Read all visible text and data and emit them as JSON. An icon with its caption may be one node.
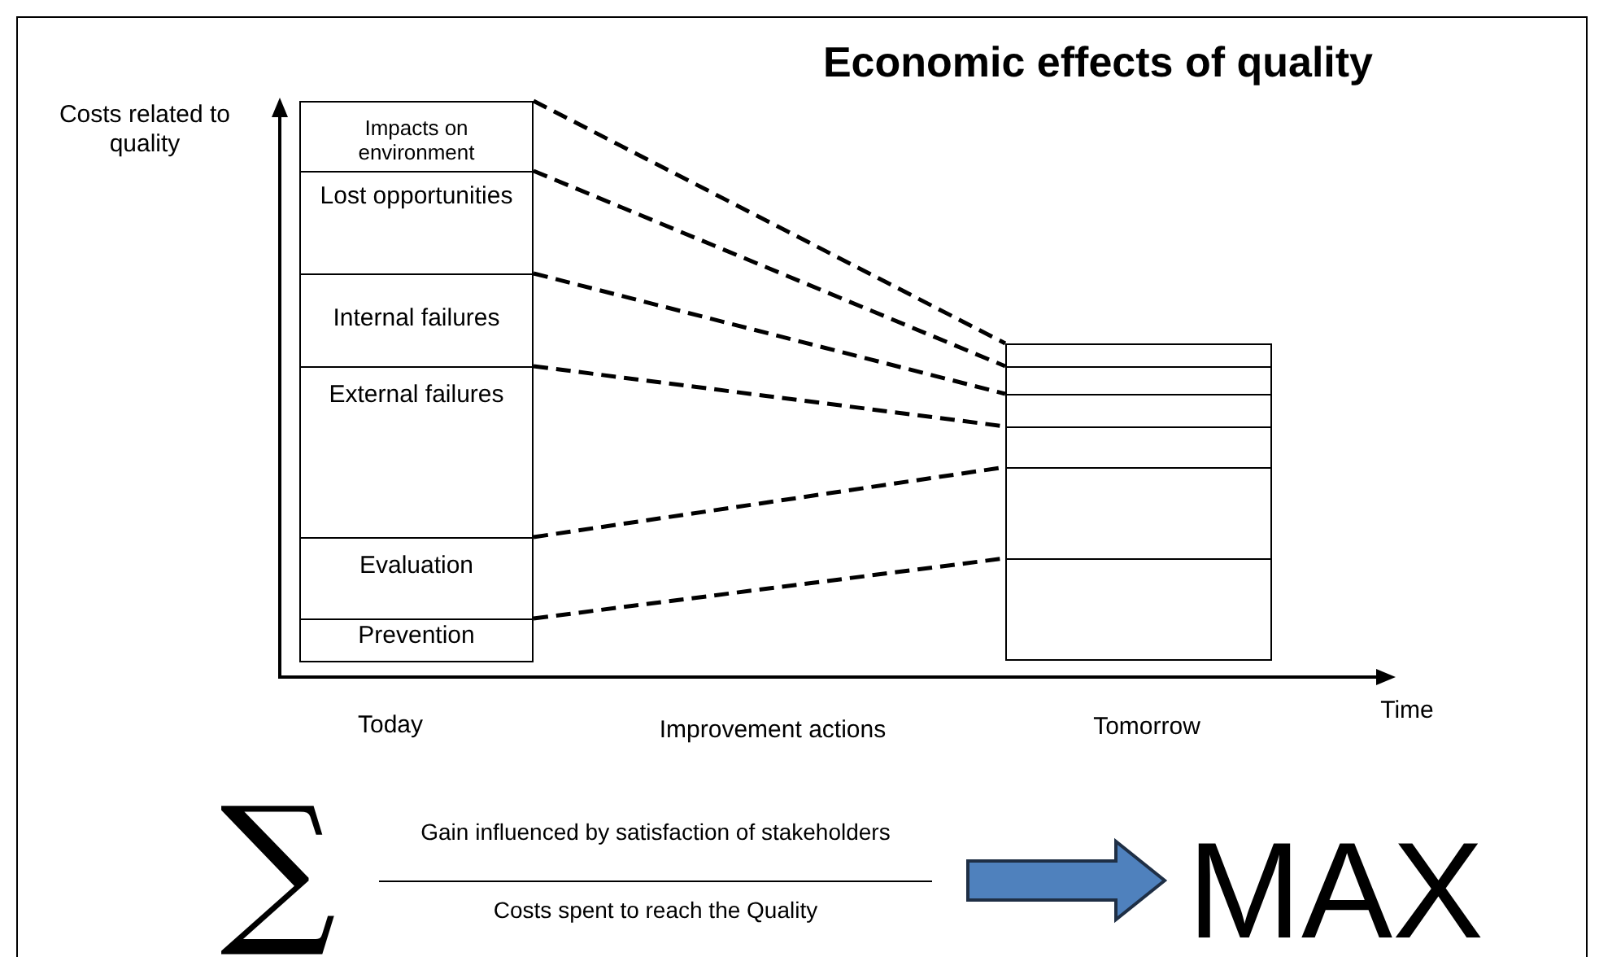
{
  "diagram": {
    "title": "Economic effects of quality",
    "nodes": [
      {
        "text": [
          "Impacts on environment"
        ]
      },
      {
        "text": [
          "Lost opportunities"
        ]
      },
      {
        "text": [
          "Internal failures"
        ]
      },
      {
        "text": [
          "External failures"
        ]
      },
      {
        "text": [
          "Evaluation"
        ]
      },
      {
        "text": [
          "Prevention"
        ]
      },
      {
        "text": [],
        "shape": "box"
      },
      {
        "text": [],
        "shape": "box"
      },
      {
        "text": [],
        "shape": "box"
      },
      {
        "text": [],
        "shape": "box"
      },
      {
        "text": [],
        "shape": "box"
      },
      {
        "text": [],
        "shape": "box"
      },
      {
        "text": [
          "Gain influenced by satisfaction of stakeholders",
          "Costs spent to reach the Quality"
        ]
      },
      {
        "text": [
          "MAX"
        ]
      }
    ],
    "edges": [
      {
        "from": 0,
        "to": 6,
        "arrow": "none",
        "style": "dashed"
      },
      {
        "from": 1,
        "to": 7,
        "arrow": "none",
        "style": "dashed"
      },
      {
        "from": 2,
        "to": 8,
        "arrow": "none",
        "style": "dashed"
      },
      {
        "from": 3,
        "to": 9,
        "arrow": "none",
        "style": "dashed"
      },
      {
        "from": 4,
        "to": 10,
        "arrow": "none",
        "style": "dashed"
      },
      {
        "from": 5,
        "to": 11,
        "arrow": "none",
        "style": "dashed"
      },
      {
        "from": 12,
        "to": 13,
        "arrow": "to",
        "style": "thick",
        "color": "#4f81bd"
      }
    ],
    "labels": [
      "Costs related to quality",
      "Today",
      "Improvement actions",
      "Tomorrow",
      "Time",
      "∑"
    ]
  }
}
